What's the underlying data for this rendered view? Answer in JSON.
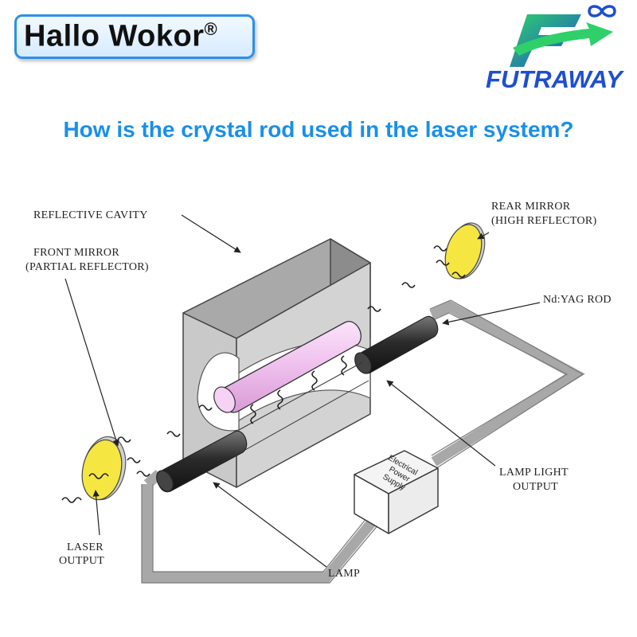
{
  "header": {
    "badge_text": "Hallo Wokor",
    "badge_mark": "®",
    "brand_name": "FUTRAWAY",
    "brand_logo_icon": "futraway-f-infinity-logo-icon",
    "question": "How is the crystal rod used in the laser system?"
  },
  "colors": {
    "question": "#1a8fea",
    "brand_blue": "#1e4fd0",
    "brand_green": "#2fd06a",
    "rod": "#f0c6ee",
    "mirror": "#f5e642",
    "cavity": "#c8c8c8",
    "cable": "#9a9a9a"
  },
  "diagram": {
    "labels": {
      "reflective_cavity": "REFLECTIVE CAVITY",
      "rear_mirror_1": "REAR MIRROR",
      "rear_mirror_2": "(HIGH REFLECTOR)",
      "front_mirror_1": "FRONT MIRROR",
      "front_mirror_2": "(PARTIAL REFLECTOR)",
      "nd_yag_rod": "Nd:YAG ROD",
      "lamp_light_1": "LAMP LIGHT",
      "lamp_light_2": "OUTPUT",
      "laser_output_1": "LASER",
      "laser_output_2": "OUTPUT",
      "lamp": "LAMP",
      "power_supply_1": "Electrical",
      "power_supply_2": "Power",
      "power_supply_3": "Supply"
    }
  }
}
